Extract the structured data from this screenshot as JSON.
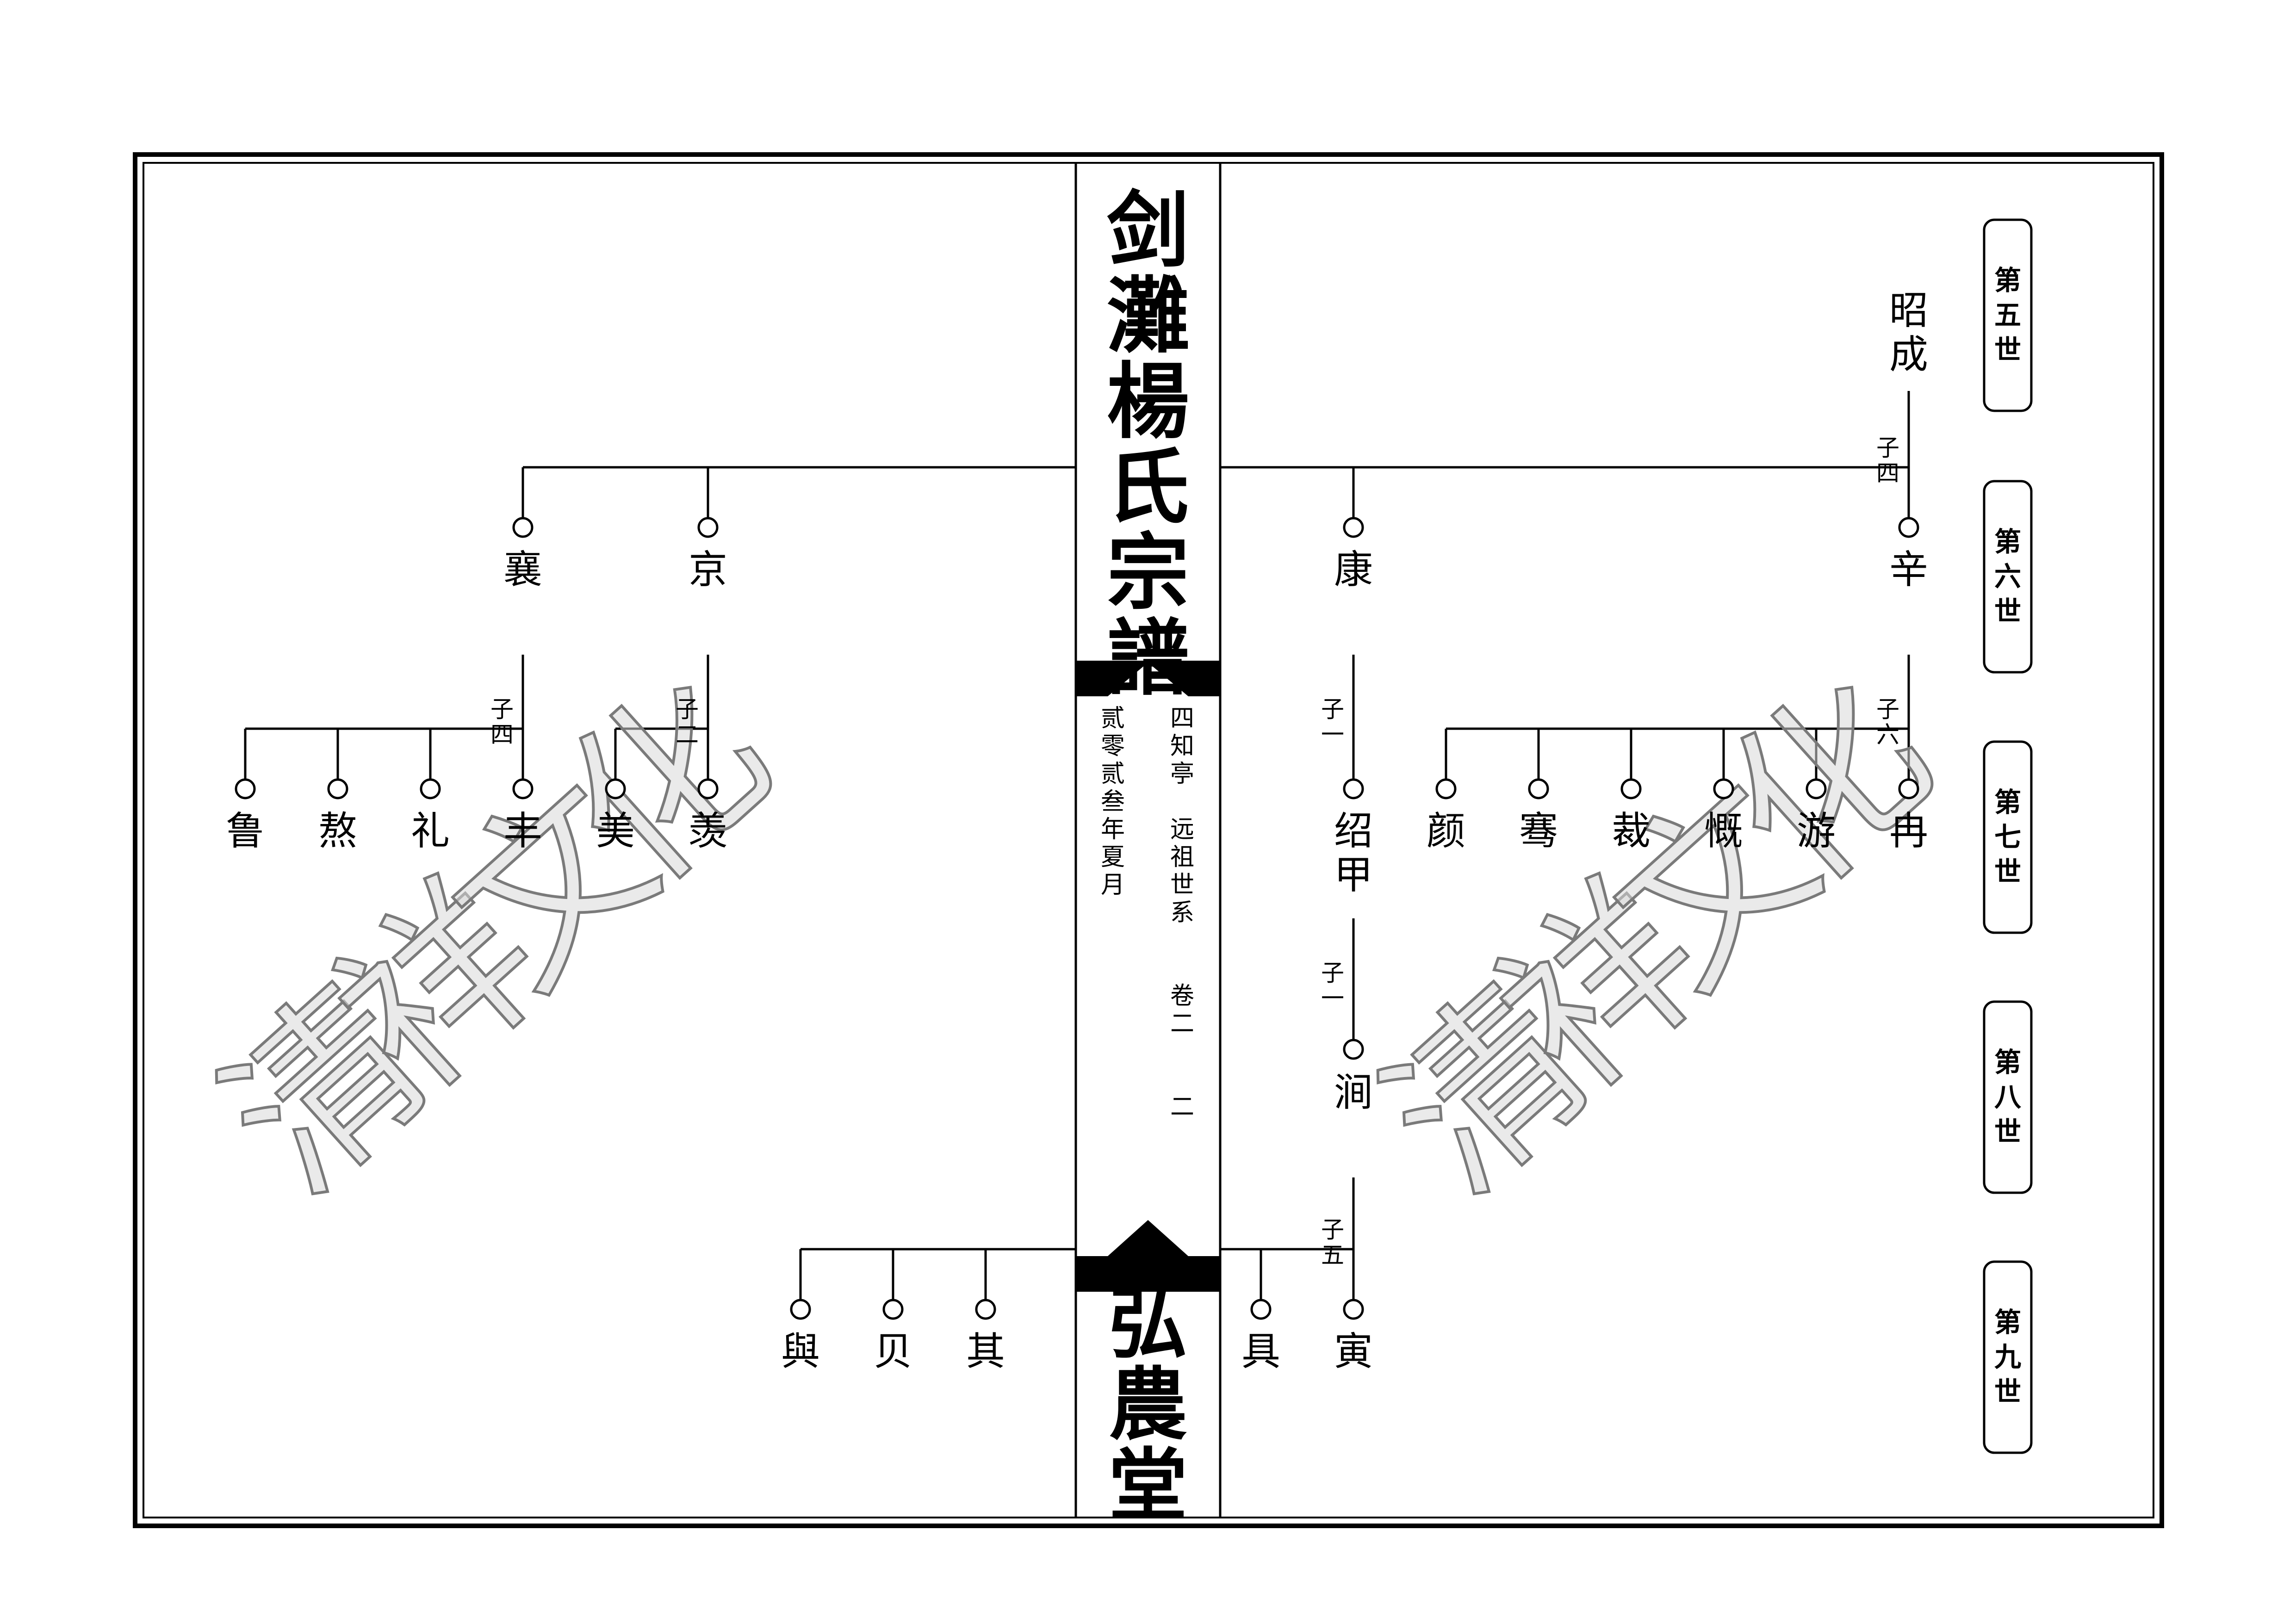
{
  "spine": {
    "title": [
      "剑",
      "灘",
      "楊",
      "氏",
      "宗",
      "譜"
    ],
    "subtitle_cols": [
      [
        "四",
        "知",
        "亭",
        " ",
        "远",
        "祖",
        "世",
        "系",
        " ",
        " ",
        "卷",
        "二",
        " ",
        " ",
        "二"
      ],
      [
        "贰",
        "零",
        "贰",
        "叁",
        "年",
        "夏",
        "月"
      ]
    ],
    "hall": [
      "弘",
      "農",
      "堂"
    ]
  },
  "generations": [
    "第五世",
    "第六世",
    "第七世",
    "第八世",
    "第九世"
  ],
  "persons": {
    "zhaocheng": [
      "昭",
      "成"
    ],
    "xin": "辛",
    "kang": "康",
    "jing": "京",
    "xiang": "襄",
    "ran": "冉",
    "you": "游",
    "kai": "慨",
    "cai": "裁",
    "jian": "骞",
    "yan": "颜",
    "shaojia": [
      "绍",
      "甲"
    ],
    "jian2": "涧",
    "yin": "寅",
    "ju": "具",
    "xian": "羡",
    "mei": "美",
    "feng": "丰",
    "li": "礼",
    "ao": "熬",
    "lu": "鲁",
    "qi": "其",
    "bei": "贝",
    "yu": "與"
  },
  "child_counts": {
    "zhaocheng": [
      "子",
      "四"
    ],
    "xin": [
      "子",
      "六"
    ],
    "kang": [
      "子",
      "一"
    ],
    "shaojia": [
      "子",
      "一"
    ],
    "jian2": [
      "子",
      "五"
    ],
    "jing": [
      "子",
      "二"
    ],
    "xiang": [
      "子",
      "四"
    ]
  },
  "watermark": "清祥文化",
  "colors": {
    "ink": "#000000",
    "watermark_fill": "#d9d9d9",
    "watermark_stroke": "#7a7a7a"
  }
}
